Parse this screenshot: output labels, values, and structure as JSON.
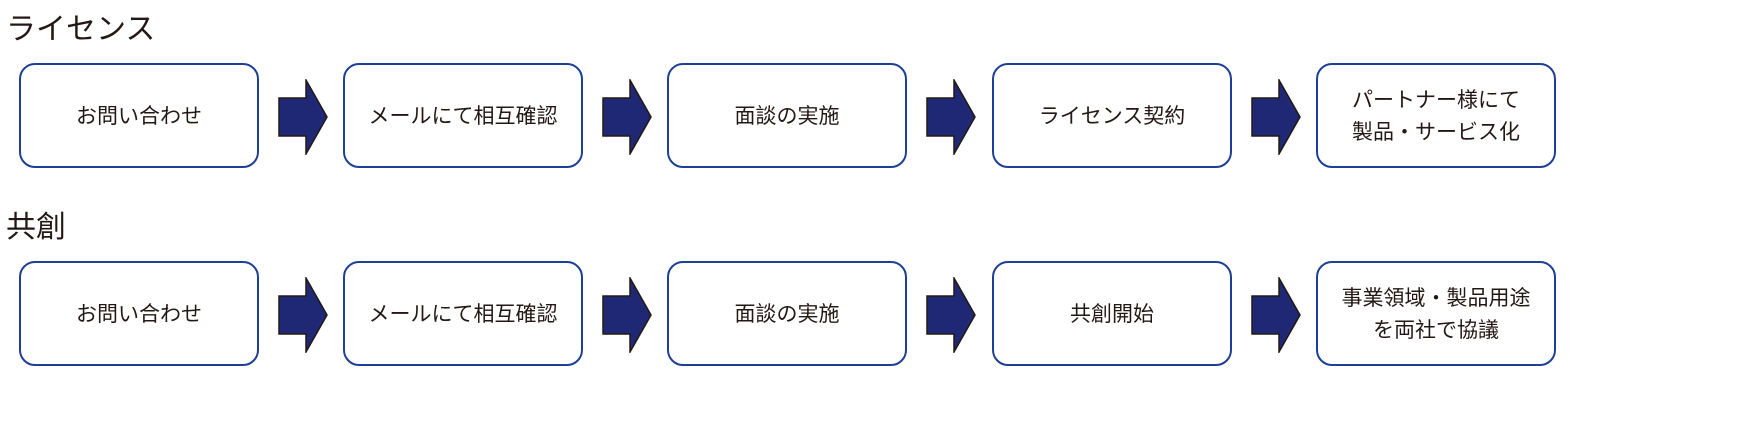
{
  "colors": {
    "box_border": "#1d3f94",
    "arrow_fill": "#1e2874",
    "text": "#231815"
  },
  "flows": [
    {
      "title": "ライセンス",
      "steps": [
        "お問い合わせ",
        "メールにて相互確認",
        "面談の実施",
        "ライセンス契約",
        "パートナー様にて\n製品・サービス化"
      ]
    },
    {
      "title": "共創",
      "steps": [
        "お問い合わせ",
        "メールにて相互確認",
        "面談の実施",
        "共創開始",
        "事業領域・製品用途\nを両社で協議"
      ]
    }
  ]
}
